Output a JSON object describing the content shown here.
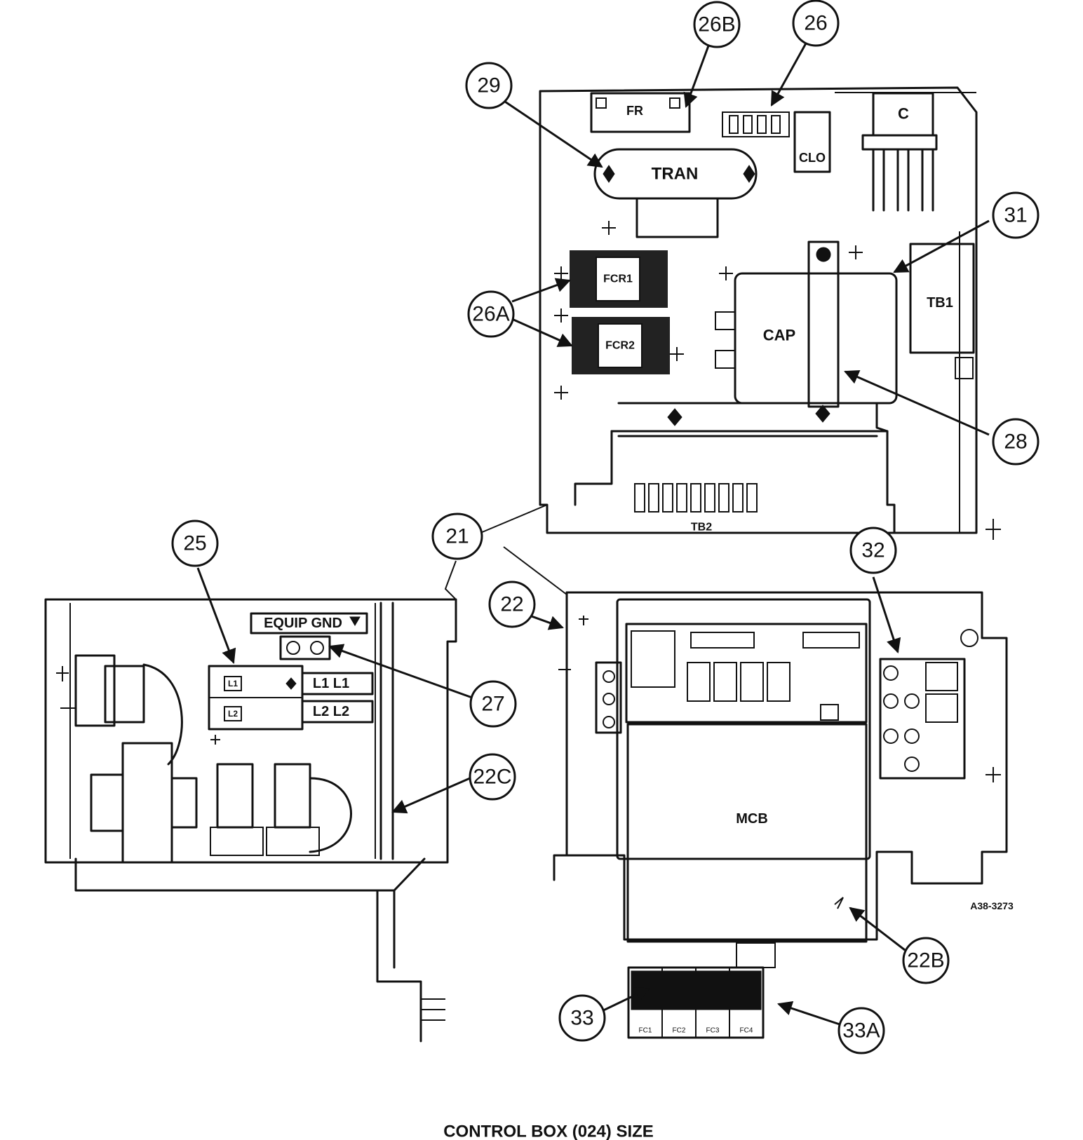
{
  "caption": "CONTROL BOX (024) SIZE",
  "drawing_number": "A38-3273",
  "component_labels": {
    "fr": "FR",
    "c": "C",
    "clo": "CLO",
    "tran": "TRAN",
    "fcr1": "FCR1",
    "fcr2": "FCR2",
    "cap": "CAP",
    "tb1": "TB1",
    "tb2": "TB2",
    "mcb": "MCB",
    "equip_gnd": "EQUIP GND",
    "l1_box": "L1",
    "l2_box": "L2",
    "l1_terminals": "L1  L1",
    "l2_terminals": "L2  L2",
    "fc1": "FC1",
    "fc2": "FC2",
    "fc3": "FC3",
    "fc4": "FC4"
  },
  "callouts": [
    {
      "id": "21",
      "label": "21"
    },
    {
      "id": "22",
      "label": "22"
    },
    {
      "id": "22B",
      "label": "22B"
    },
    {
      "id": "22C",
      "label": "22C"
    },
    {
      "id": "25",
      "label": "25"
    },
    {
      "id": "26",
      "label": "26"
    },
    {
      "id": "26A",
      "label": "26A"
    },
    {
      "id": "26B",
      "label": "26B"
    },
    {
      "id": "27",
      "label": "27"
    },
    {
      "id": "28",
      "label": "28"
    },
    {
      "id": "29",
      "label": "29"
    },
    {
      "id": "31",
      "label": "31"
    },
    {
      "id": "32",
      "label": "32"
    },
    {
      "id": "33",
      "label": "33"
    },
    {
      "id": "33A",
      "label": "33A"
    }
  ]
}
